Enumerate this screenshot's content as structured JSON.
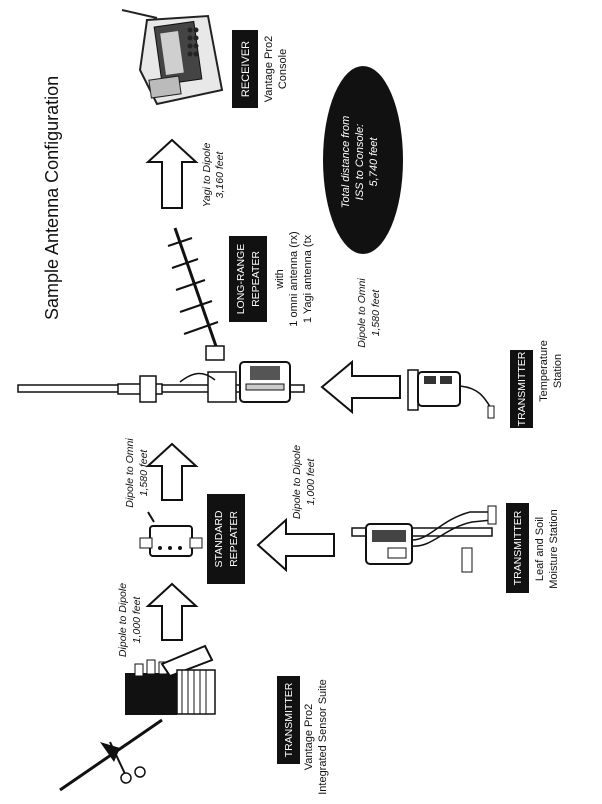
{
  "title": "Sample Antenna Configuration",
  "receiver": {
    "badge": "RECEIVER",
    "line1": "Vantage Pro2",
    "line2": "Console"
  },
  "total_distance": {
    "line1": "Total distance from",
    "line2": "ISS to Console:",
    "line3": "5,740 feet"
  },
  "long_range_repeater": {
    "badge_line1": "LONG-RANGE",
    "badge_line2": "REPEATER",
    "line1": "with",
    "line2": "1 omni antenna (rx)",
    "line3": "1 Yagi antenna (tx"
  },
  "standard_repeater": {
    "badge_line1": "STANDARD",
    "badge_line2": "REPEATER"
  },
  "temp_station": {
    "badge": "TRANSMITTER",
    "line1": "Temperature",
    "line2": "Station"
  },
  "leaf_soil": {
    "badge": "TRANSMITTER",
    "line1": "Leaf and Soil",
    "line2": "Moisture Station"
  },
  "iss": {
    "badge": "TRANSMITTER",
    "line1": "Vantage Pro2",
    "line2": "Integrated Sensor Suite"
  },
  "links": {
    "yagi_dipole": {
      "line1": "Yagi to Dipole",
      "line2": "3,160 feet"
    },
    "temp_to_omni": {
      "line1": "Dipole to Omni",
      "line2": "1,580 feet"
    },
    "std_to_omni": {
      "line1": "Dipole to Omni",
      "line2": "1,580 feet"
    },
    "leaf_to_std": {
      "line1": "Dipole to Dipole",
      "line2": "1,000 feet"
    },
    "iss_to_std": {
      "line1": "Dipole to Dipole",
      "line2": "1,000 feet"
    }
  }
}
